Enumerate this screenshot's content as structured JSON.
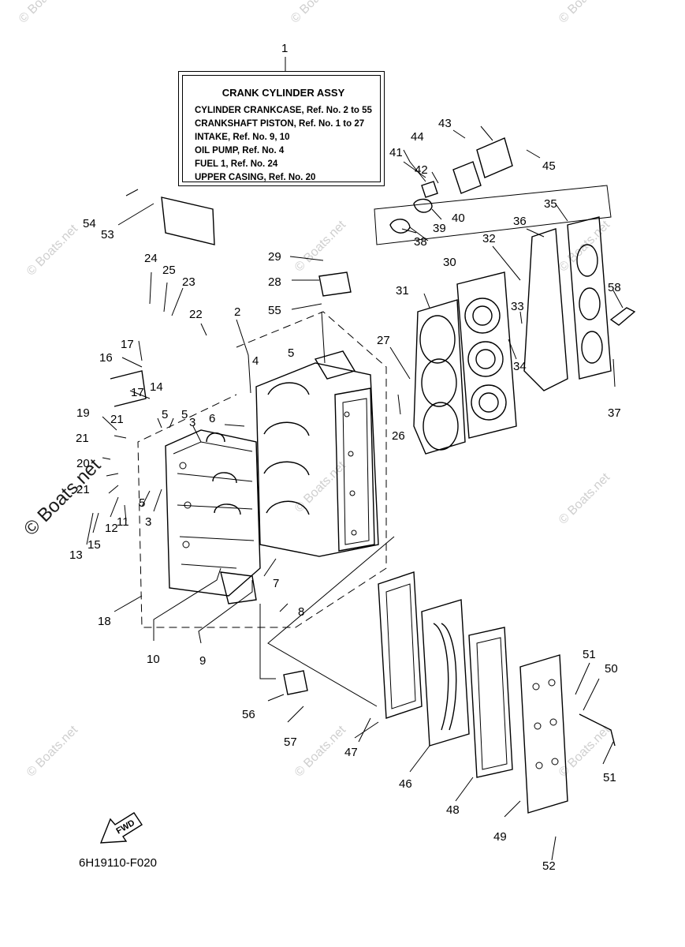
{
  "assembly_box": {
    "title": "CRANK CYLINDER ASSY",
    "lines": [
      "CYLINDER CRANKCASE, Ref. No. 2 to 55",
      "CRANKSHAFT PISTON, Ref. No. 1 to 27",
      "INTAKE, Ref. No. 9, 10",
      "OIL PUMP, Ref. No. 4",
      "FUEL 1, Ref. No. 24",
      "UPPER CASING, Ref. No. 20"
    ]
  },
  "callouts": [
    "1",
    "2",
    "3",
    "3",
    "4",
    "5",
    "5",
    "5",
    "5",
    "6",
    "7",
    "8",
    "9",
    "10",
    "11",
    "12",
    "13",
    "14",
    "15",
    "16",
    "17",
    "17",
    "18",
    "19",
    "20",
    "21",
    "21",
    "21",
    "22",
    "23",
    "24",
    "25",
    "26",
    "27",
    "28",
    "29",
    "30",
    "31",
    "32",
    "33",
    "34",
    "35",
    "36",
    "37",
    "38",
    "39",
    "40",
    "41",
    "42",
    "43",
    "44",
    "45",
    "46",
    "47",
    "48",
    "49",
    "50",
    "51",
    "51",
    "52",
    "53",
    "54",
    "55",
    "56",
    "57",
    "58"
  ],
  "fwd_label": "FWD",
  "model_code": "6H19110-F020",
  "watermark": "© Boats.net",
  "colors": {
    "ink": "#000000",
    "watermark": "#cfcfcf",
    "background": "#ffffff"
  }
}
